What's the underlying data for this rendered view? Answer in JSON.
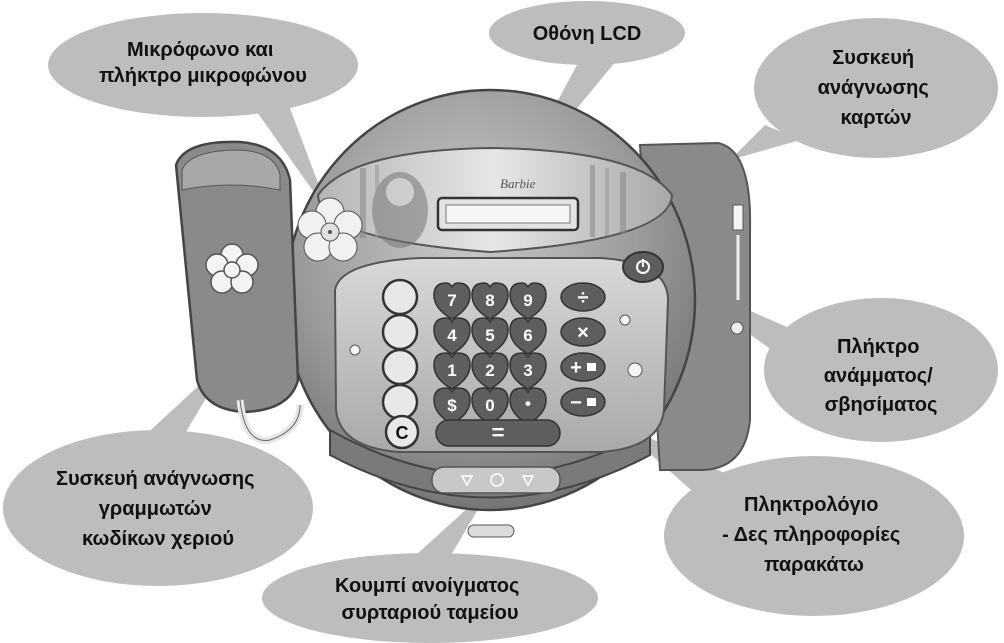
{
  "callouts": {
    "microphone": [
      "Μικρόφωνο και",
      "πλήκτρο μικροφώνου"
    ],
    "lcd": [
      "Οθόνη LCD"
    ],
    "card_reader": [
      "Συσκευή",
      "ανάγνωσης",
      "καρτών"
    ],
    "power_key": [
      "Πλήκτρο",
      "ανάμματος/",
      "σβησίματος"
    ],
    "keypad": [
      "Πληκτρολόγιο",
      "- Δες πληροφορίες",
      "παρακάτω"
    ],
    "barcode": [
      "Συσκευή ανάγνωσης",
      "γραμμωτών",
      "κωδίκων χεριού"
    ],
    "drawer": [
      "Κουμπί ανοίγματος",
      "συρταριού ταμείου"
    ]
  },
  "device": {
    "brand": "Barbie",
    "keys": {
      "row1": [
        "7",
        "8",
        "9",
        "÷"
      ],
      "row2": [
        "4",
        "5",
        "6",
        "×"
      ],
      "row3": [
        "1",
        "2",
        "3",
        "+"
      ],
      "row4": [
        "$",
        "0",
        "•",
        "−"
      ],
      "clear": "C",
      "equals": "="
    }
  },
  "colors": {
    "callout_fill": "#bdbdbd",
    "body": "#8a8a8a",
    "body_light": "#b9b9b9",
    "key": "#5e5e5e",
    "key_light": "#d6d6d6"
  }
}
